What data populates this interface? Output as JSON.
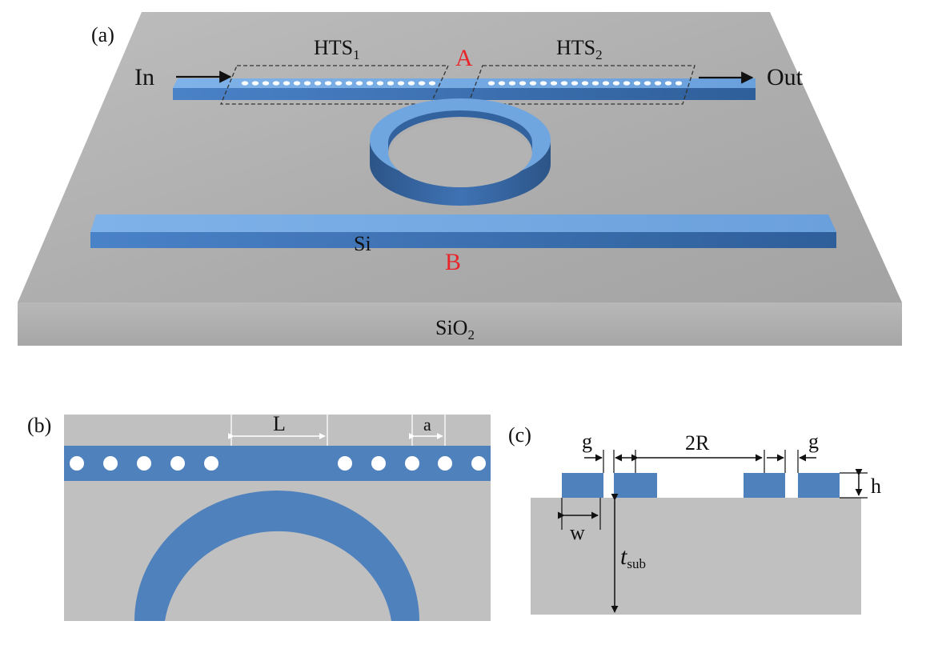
{
  "panel_a": {
    "label": "(a)",
    "in_label": "In",
    "out_label": "Out",
    "hts1_main": "HTS",
    "hts1_sub": "1",
    "hts2_main": "HTS",
    "hts2_sub": "2",
    "point_a": "A",
    "point_b": "B",
    "si_label": "Si",
    "substrate_main": "SiO",
    "substrate_sub": "2"
  },
  "panel_b": {
    "label": "(b)",
    "l_label": "L",
    "a_label": "a"
  },
  "panel_c": {
    "label": "(c)",
    "g_left": "g",
    "g_right": "g",
    "two_r": "2R",
    "h_label": "h",
    "w_label": "w",
    "t_main": "t",
    "t_sub": "sub"
  },
  "colors": {
    "waveguide": "#4f81bd",
    "substrate": "#c0c0c0",
    "hole": "#ffffff",
    "marker": "#e8262a"
  }
}
